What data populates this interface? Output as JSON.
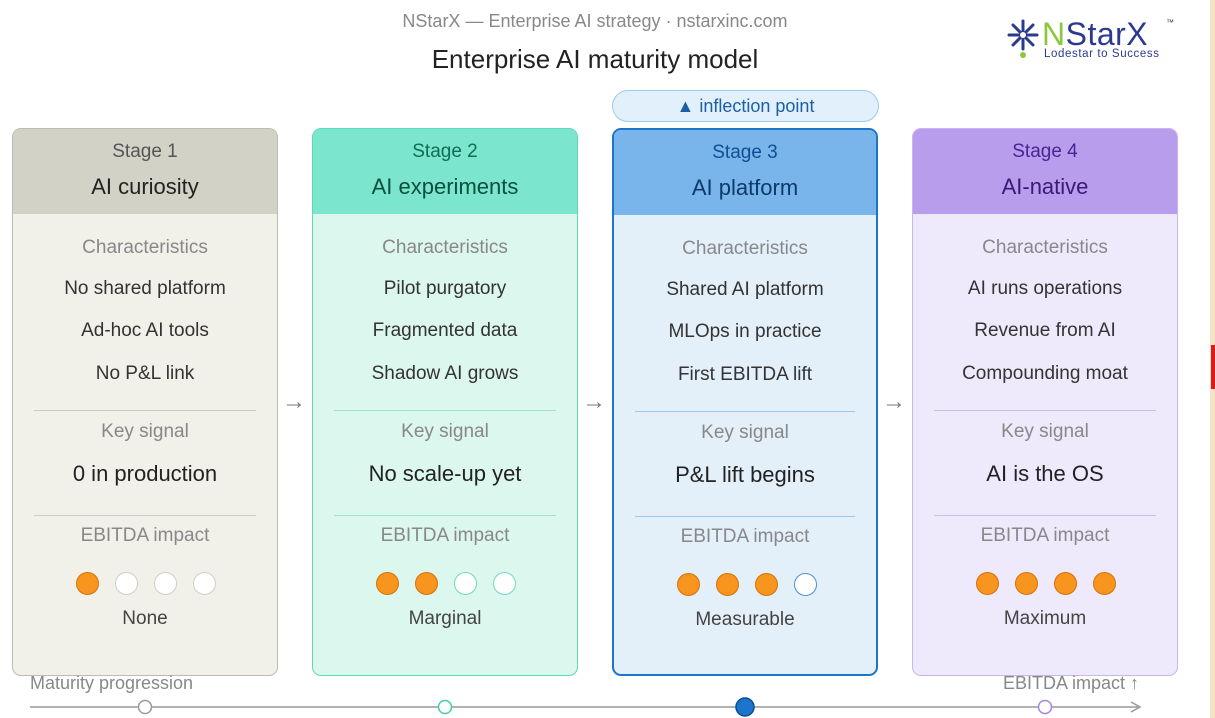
{
  "header": {
    "subtitle": "NStarX — Enterprise AI strategy · nstarxinc.com",
    "title": "Enterprise AI maturity model"
  },
  "logo": {
    "name_first": "N",
    "name_rest": "StarX",
    "trademark": "™",
    "tagline": "Lodestar to Success"
  },
  "inflection": {
    "icon": "triangle-up-icon",
    "label": "▲ inflection point"
  },
  "section_labels": {
    "characteristics": "Characteristics",
    "key_signal": "Key signal",
    "ebitda_impact": "EBITDA impact"
  },
  "stages": [
    {
      "number": "Stage 1",
      "name": "AI curiosity",
      "characteristics": [
        "No shared platform",
        "Ad-hoc AI tools",
        "No P&L link"
      ],
      "key_signal": "0 in production",
      "ebitda_level": 1,
      "ebitda_label": "None",
      "colors": {
        "head_bg": "#d3d2c6",
        "body_bg": "#f1f0e9",
        "border": "#bdbcb1",
        "num": "#555555",
        "name": "#222222",
        "divider": "#cccbc0",
        "empty_dot": "#d0cfc6"
      }
    },
    {
      "number": "Stage 2",
      "name": "AI experiments",
      "characteristics": [
        "Pilot purgatory",
        "Fragmented data",
        "Shadow AI grows"
      ],
      "key_signal": "No scale-up yet",
      "ebitda_level": 2,
      "ebitda_label": "Marginal",
      "colors": {
        "head_bg": "#7be6cd",
        "body_bg": "#dbf7ee",
        "border": "#5cd9b8",
        "num": "#0d6e55",
        "name": "#0b4f3e",
        "divider": "#9fe3cf",
        "empty_dot": "#6fd9bd"
      }
    },
    {
      "number": "Stage 3",
      "name": "AI platform",
      "characteristics": [
        "Shared AI platform",
        "MLOps in practice",
        "First EBITDA lift"
      ],
      "key_signal": "P&L lift begins",
      "ebitda_level": 3,
      "ebitda_label": "Measurable",
      "colors": {
        "head_bg": "#79b4ea",
        "body_bg": "#e3eff9",
        "border": "#1c74cc",
        "num": "#0f4f91",
        "name": "#0b3a6b",
        "divider": "#9ec8ee",
        "empty_dot": "#4a90d9"
      }
    },
    {
      "number": "Stage 4",
      "name": "AI-native",
      "characteristics": [
        "AI runs operations",
        "Revenue from AI",
        "Compounding moat"
      ],
      "key_signal": "AI is the OS",
      "ebitda_level": 4,
      "ebitda_label": "Maximum",
      "colors": {
        "head_bg": "#b89ded",
        "body_bg": "#efe9fc",
        "border": "#c8b4f2",
        "num": "#4a2491",
        "name": "#3a1a74",
        "divider": "#cdbdef",
        "empty_dot": "#b89ded"
      }
    }
  ],
  "arrows": [
    "→",
    "→",
    "→"
  ],
  "footer": {
    "left": "Maturity progression",
    "right": "EBITDA impact ↑"
  }
}
